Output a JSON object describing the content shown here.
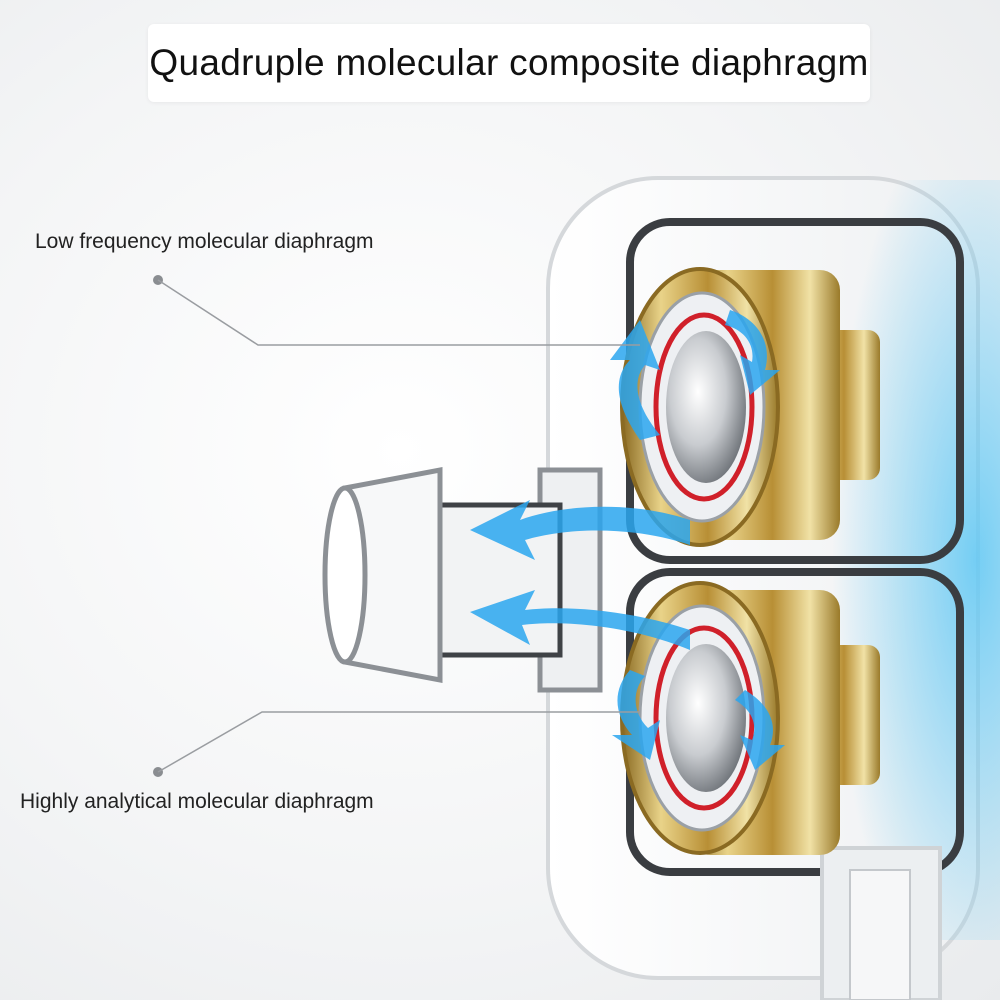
{
  "title": "Quadruple molecular composite diaphragm",
  "callouts": {
    "top_label": "Low frequency molecular diaphragm",
    "bottom_label": "Highly analytical molecular diaphragm"
  },
  "colors": {
    "gold": "#c9a64a",
    "arrow_blue": "#2aa6ee",
    "red_ring": "#d0202a",
    "shell": "#f7f8f9"
  }
}
